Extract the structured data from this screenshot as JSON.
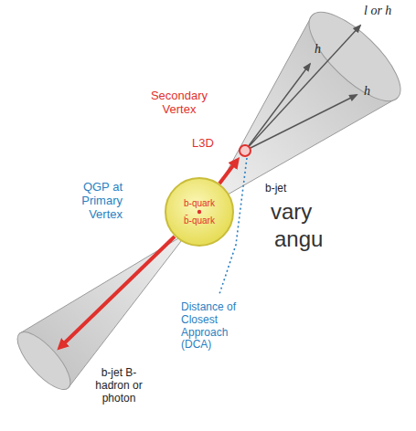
{
  "diagram": {
    "nodes": [
      {
        "text": [
          "QGP at Primary Vertex",
          "b-quark",
          "b̄-quark"
        ]
      }
    ],
    "labels": [
      "l or h",
      "h",
      "h",
      "Secondary Vertex",
      "L3D",
      "b-jet",
      "vary",
      "angu",
      "Distance of Closest Approach (DCA)",
      "b-jet B-hadron or photon"
    ]
  }
}
